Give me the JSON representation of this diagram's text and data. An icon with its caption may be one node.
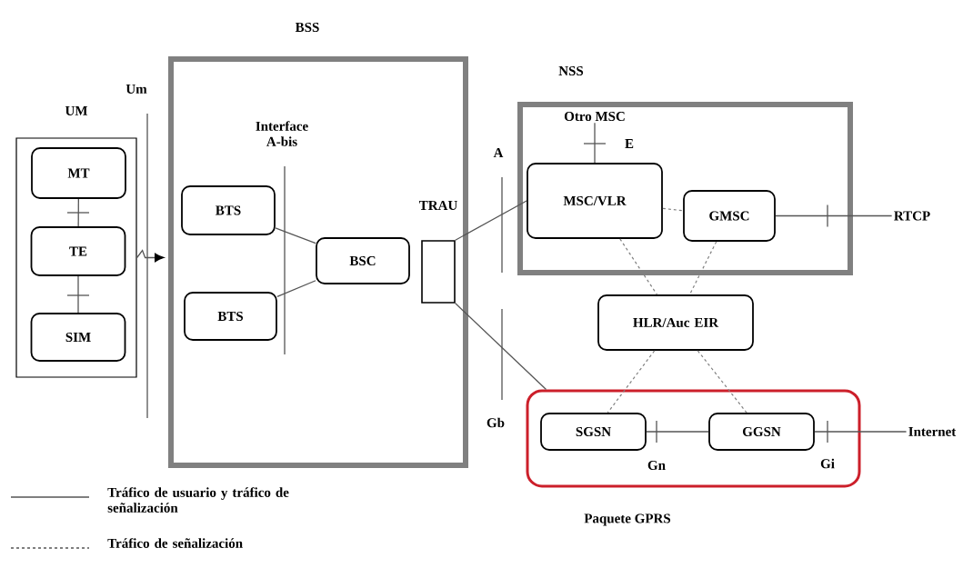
{
  "diagram": {
    "nodes": [
      {
        "text": [
          "UM"
        ]
      },
      {
        "text": [
          "MT"
        ],
        "in": 0
      },
      {
        "text": [
          "TE"
        ],
        "in": 0
      },
      {
        "text": [
          "SIM"
        ],
        "in": 0
      },
      {
        "text": [
          "BSS"
        ]
      },
      {
        "text": [
          "BTS"
        ],
        "in": 4
      },
      {
        "text": [
          "BTS"
        ],
        "in": 4
      },
      {
        "text": [
          "BSC"
        ],
        "in": 4
      },
      {
        "text": [
          "TRAU"
        ],
        "in": 4
      },
      {
        "text": [
          "NSS"
        ]
      },
      {
        "text": [
          "MSC/VLR"
        ],
        "in": 9
      },
      {
        "text": [
          "GMSC"
        ],
        "in": 9
      },
      {
        "text": [
          "RTCP"
        ]
      },
      {
        "text": [
          "Otro MSC"
        ],
        "in": 9
      },
      {
        "text": [
          "HLR/Auc EIR"
        ]
      },
      {
        "text": [
          "Paquete GPRS"
        ]
      },
      {
        "text": [
          "SGSN"
        ],
        "in": 15
      },
      {
        "text": [
          "GGSN"
        ],
        "in": 15
      },
      {
        "text": [
          "Internet"
        ]
      }
    ],
    "edges": [
      {
        "from": 1,
        "to": 2,
        "arrow": "none"
      },
      {
        "from": 2,
        "to": 3,
        "arrow": "none"
      },
      {
        "from": 0,
        "to": 4,
        "arrow": "to"
      },
      {
        "from": 5,
        "to": 7,
        "arrow": "none"
      },
      {
        "from": 6,
        "to": 7,
        "arrow": "none"
      },
      {
        "from": 8,
        "to": 10,
        "arrow": "none"
      },
      {
        "from": 8,
        "to": 15,
        "arrow": "none"
      },
      {
        "from": 10,
        "to": 13,
        "arrow": "none"
      },
      {
        "from": 10,
        "to": 11,
        "arrow": "none",
        "style": "dashed"
      },
      {
        "from": 11,
        "to": 12,
        "arrow": "none"
      },
      {
        "from": 10,
        "to": 14,
        "arrow": "none",
        "style": "dashed"
      },
      {
        "from": 11,
        "to": 14,
        "arrow": "none",
        "style": "dashed"
      },
      {
        "from": 14,
        "to": 16,
        "arrow": "none",
        "style": "dashed"
      },
      {
        "from": 14,
        "to": 17,
        "arrow": "none",
        "style": "dashed"
      },
      {
        "from": 16,
        "to": 17,
        "arrow": "none"
      },
      {
        "from": 17,
        "to": 18,
        "arrow": "none"
      }
    ],
    "labels": [
      "Um",
      "Interface A-bis",
      "A",
      "E",
      "Gb",
      "Gn",
      "Gi"
    ],
    "legend": [
      {
        "text": "Tráfico de usuario y tráfico de señalización"
      },
      {
        "text": "Tráfico de señalización"
      }
    ]
  }
}
